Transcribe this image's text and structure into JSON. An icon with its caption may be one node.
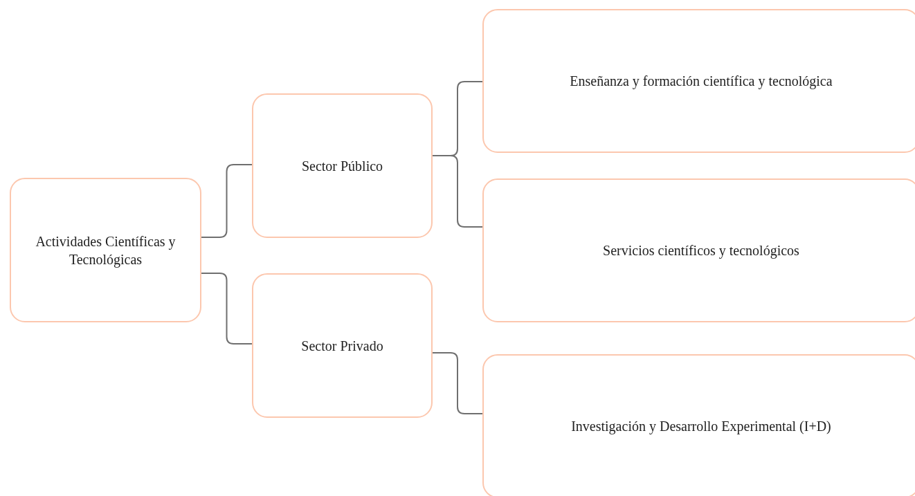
{
  "diagram": {
    "nodes": [
      {
        "text": [
          "Actividades Científicas y Tecnológicas"
        ]
      },
      {
        "text": [
          "Sector Público"
        ]
      },
      {
        "text": [
          "Sector Privado"
        ]
      },
      {
        "text": [
          "Enseñanza y formación científica y tecnológica"
        ]
      },
      {
        "text": [
          "Servicios científicos y tecnológicos"
        ]
      },
      {
        "text": [
          "Investigación y Desarrollo Experimental (I+D)"
        ]
      }
    ],
    "edges": [
      {
        "from": 0,
        "to": 1,
        "arrow": "none"
      },
      {
        "from": 0,
        "to": 2,
        "arrow": "none"
      },
      {
        "from": 1,
        "to": 3,
        "arrow": "none"
      },
      {
        "from": 1,
        "to": 4,
        "arrow": "none"
      },
      {
        "from": 2,
        "to": 5,
        "arrow": "none"
      }
    ]
  }
}
